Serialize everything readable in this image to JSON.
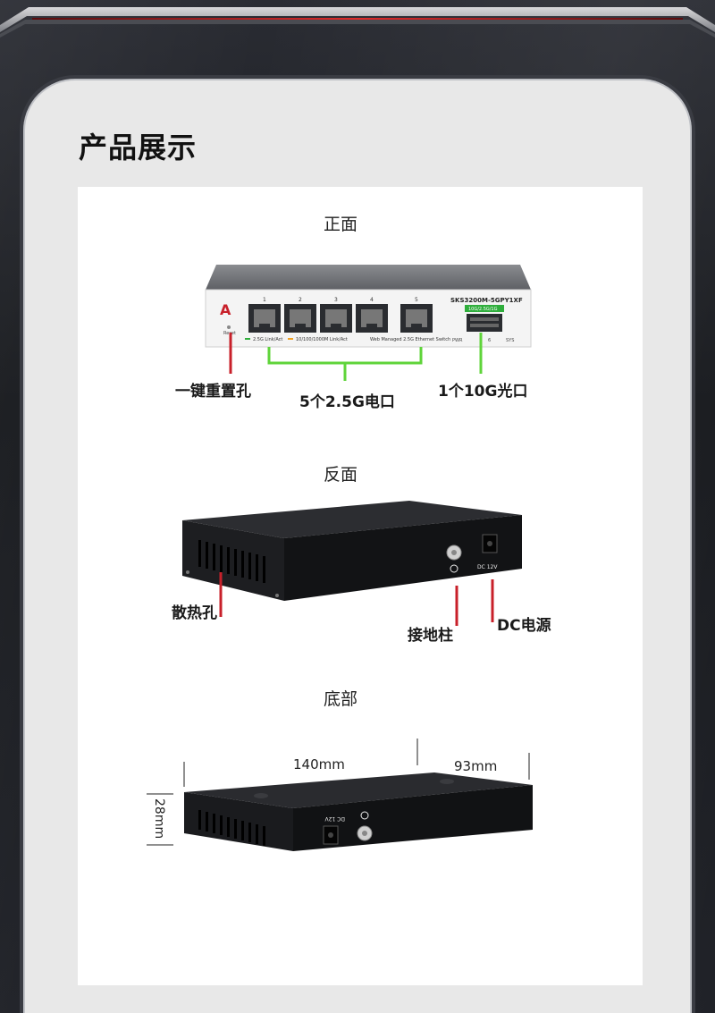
{
  "page": {
    "title": "产品展示"
  },
  "sections": {
    "front": {
      "title": "正面",
      "device_model": "SKS3200M-5GPY1XF",
      "sfp_label": "10G/2.5G/1G",
      "led_legend_1": "2.5G Link/Act",
      "led_legend_2": "10/100/1000M Link/Act",
      "product_type": "Web Managed 2.5G Ethernet Switch",
      "reset_label": "Reset",
      "status_labels": [
        "PWR",
        "6",
        "SYS"
      ],
      "port_numbers": [
        "1",
        "2",
        "3",
        "4",
        "5"
      ],
      "callouts": {
        "reset": "一键重置孔",
        "ports": "5个2.5G电口",
        "fiber": "1个10G光口"
      }
    },
    "back": {
      "title": "反面",
      "dc_label": "DC 12V",
      "callouts": {
        "vents": "散热孔",
        "ground": "接地柱",
        "power": "DC电源"
      }
    },
    "bottom": {
      "title": "底部",
      "dc_label": "DC 12V",
      "dimensions": {
        "length": "140mm",
        "width": "93mm",
        "height": "28mm"
      }
    }
  },
  "colors": {
    "callout_red": "#c8202a",
    "callout_green": "#5fd43a",
    "led_green": "#2fae3c",
    "led_orange": "#f0a020"
  }
}
